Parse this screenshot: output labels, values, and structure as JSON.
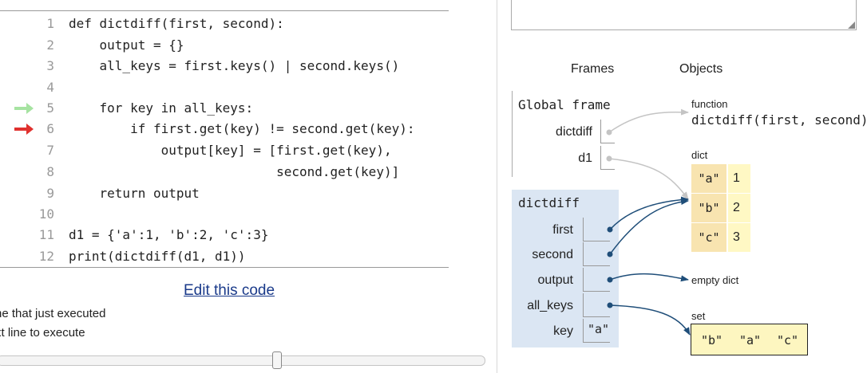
{
  "code": {
    "lines": [
      {
        "num": "1",
        "text": "def dictdiff(first, second):"
      },
      {
        "num": "2",
        "text": "    output = {}"
      },
      {
        "num": "3",
        "text": "    all_keys = first.keys() | second.keys()"
      },
      {
        "num": "4",
        "text": ""
      },
      {
        "num": "5",
        "text": "    for key in all_keys:"
      },
      {
        "num": "6",
        "text": "        if first.get(key) != second.get(key):"
      },
      {
        "num": "7",
        "text": "            output[key] = [first.get(key),"
      },
      {
        "num": "8",
        "text": "                           second.get(key)]"
      },
      {
        "num": "9",
        "text": "    return output"
      },
      {
        "num": "10",
        "text": ""
      },
      {
        "num": "11",
        "text": "d1 = {'a':1, 'b':2, 'c':3}"
      },
      {
        "num": "12",
        "text": "print(dictdiff(d1, d1))"
      }
    ],
    "edit_link": "Edit this code",
    "legend_just_executed": "ne that just executed",
    "legend_next_line": "xt line to execute",
    "colors": {
      "just_executed": "#a6e3a1",
      "next_line": "#e0312e"
    }
  },
  "viz": {
    "frames_heading": "Frames",
    "objects_heading": "Objects",
    "global_frame": {
      "title": "Global frame",
      "vars": [
        {
          "name": "dictdiff"
        },
        {
          "name": "d1"
        }
      ]
    },
    "dictdiff_frame": {
      "title": "dictdiff",
      "vars": [
        {
          "name": "first",
          "value": ""
        },
        {
          "name": "second",
          "value": ""
        },
        {
          "name": "output",
          "value": ""
        },
        {
          "name": "all_keys",
          "value": ""
        },
        {
          "name": "key",
          "value": "\"a\""
        }
      ]
    },
    "function_obj": {
      "label": "function",
      "signature": "dictdiff(first, second)"
    },
    "dict_obj": {
      "label": "dict",
      "entries": [
        {
          "key": "\"a\"",
          "value": "1"
        },
        {
          "key": "\"b\"",
          "value": "2"
        },
        {
          "key": "\"c\"",
          "value": "3"
        }
      ]
    },
    "empty_dict_label": "empty dict",
    "set_obj": {
      "label": "set",
      "items": [
        "\"b\"",
        "\"a\"",
        "\"c\""
      ]
    },
    "colors": {
      "frame_bg": "#dbe6f3",
      "dict_key_bg": "#f8e4b0",
      "dict_val_bg": "#fff8c4",
      "set_bg": "#fdf6c0",
      "pointer": "#1f4e79",
      "gray_pointer": "#c4c4c4"
    }
  }
}
